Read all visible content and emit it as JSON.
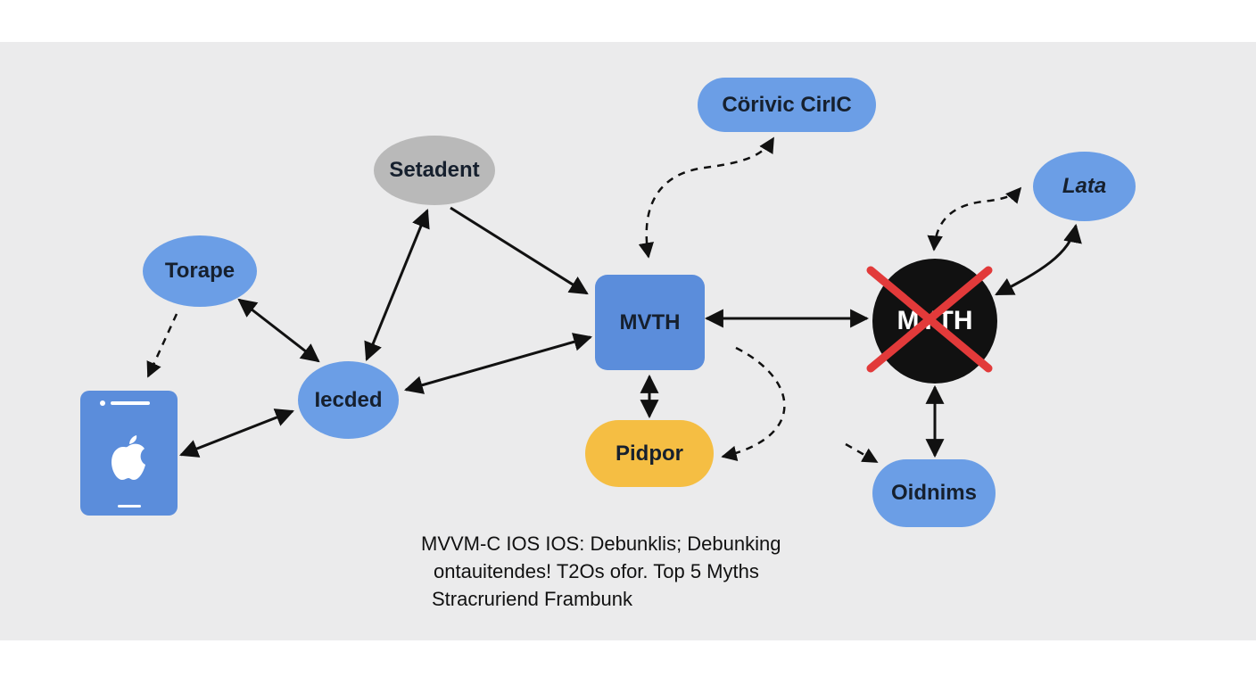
{
  "nodes": {
    "corivic": "Cörivic CirIC",
    "setadent": "Setadent",
    "lata": "Lata",
    "torape": "Torape",
    "mvth": "MVTH",
    "myth": "MYTH",
    "iecded": "Iecded",
    "pidpor": "Pidpor",
    "oidnims": "Oidnims"
  },
  "caption": {
    "line1": "MVVM-C IOS IOS: Debunklis; Debunking",
    "line2": "ontauitendes! T2Os ofor. Top 5 Myths",
    "line3": "Stracruriend Frambunk"
  },
  "icons": {
    "phone": "iphone-icon",
    "apple": "apple-logo-icon",
    "cross": "red-x-cross-icon"
  },
  "colors": {
    "panel": "#ebebec",
    "node_blue": "#6b9ee6",
    "node_square": "#5b8ddb",
    "node_gray": "#b9b9b9",
    "node_yellow": "#f5be43",
    "node_black": "#111111",
    "cross_red": "#e23a3a"
  }
}
